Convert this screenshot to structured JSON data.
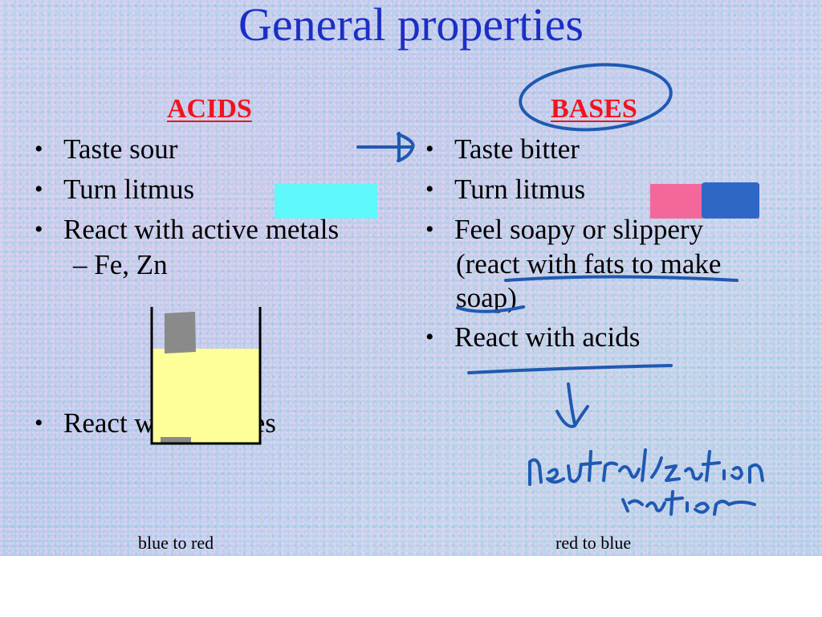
{
  "slide": {
    "title": "General properties",
    "acids": {
      "heading": "ACIDS",
      "bullets": [
        "Taste sour",
        "Turn litmus",
        "React with active metals"
      ],
      "sub_item": "– Fe, Zn",
      "last_bullet_start": "React w",
      "last_bullet_end": "bases",
      "litmus_note": "blue to red",
      "litmus_color": "#5ff8fb"
    },
    "bases": {
      "heading": "BASES",
      "bullets": [
        "Taste bitter",
        "Turn litmus",
        "Feel soapy or slippery"
      ],
      "continuation_1": "(react with fats to make",
      "continuation_2": "soap)",
      "last_bullet": "React with acids",
      "litmus_note": "red to blue",
      "litmus_color": "#f4679a",
      "litmus_overlay_color": "#2f67c7"
    },
    "colors": {
      "title": "#1b2fc6",
      "heading": "#f0141e",
      "ink": "#1f59b2",
      "beaker_liquid": "#ffff99"
    }
  }
}
